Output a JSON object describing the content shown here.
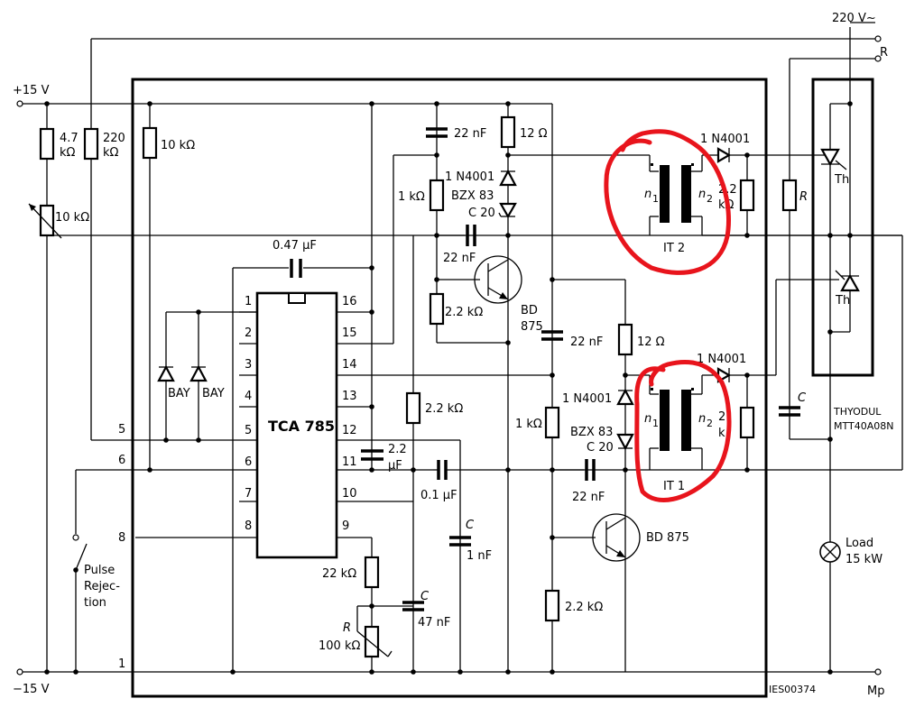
{
  "supply": {
    "pos": "+15 V",
    "neg": "−15 V",
    "mains": "220 V~",
    "r": "R",
    "mp": "Mp"
  },
  "ic": {
    "name": "TCA 785",
    "pins_left": [
      "1",
      "2",
      "3",
      "4",
      "5",
      "6",
      "7",
      "8"
    ],
    "pins_right": [
      "16",
      "15",
      "14",
      "13",
      "12",
      "11",
      "10",
      "9"
    ]
  },
  "ext_pins": [
    "5",
    "6",
    "8",
    "1"
  ],
  "components": {
    "r47k": [
      "4.7",
      "kΩ"
    ],
    "r220k": [
      "220",
      "kΩ"
    ],
    "r10k_top": "10 kΩ",
    "pot10k": "10 kΩ",
    "c047": "0.47 μF",
    "bay1": "BAY",
    "bay2": "BAY",
    "c22nf_a": "22 nF",
    "r12_a": "12 Ω",
    "d1n4001_a": "1 N4001",
    "r1k_a": "1 kΩ",
    "bzx_a": "BZX 83",
    "c20_a": "C 20",
    "c22nf_b": "22 nF",
    "r22k_a": "2.2 kΩ",
    "q1": [
      "BD",
      "875"
    ],
    "c22nf_c": "22 nF",
    "r12_b": "12 Ω",
    "d1n4001_b": "1 N4001",
    "d1n4001_c": "1 N4001",
    "r1k_b": "1 kΩ",
    "bzx_b": "BZX 83",
    "c20_b": "C 20",
    "c22nf_d": "22 nF",
    "q2": "BD 875",
    "r22k_b": "2.2 kΩ",
    "r22k_c": "2.2 kΩ",
    "c22uf": [
      "2.2",
      "μF"
    ],
    "c01uf": "0.1 μF",
    "c1nf": [
      "C",
      "1 nF"
    ],
    "r22kohm": "22 kΩ",
    "c47nf": [
      "C",
      "47 nF"
    ],
    "pot100k": [
      "R",
      "100 kΩ"
    ],
    "it2": "IT 2",
    "it1": "IT 1",
    "n1": "n",
    "n2": "n",
    "sub1": "1",
    "sub2": "2",
    "r_it2": [
      "2.2",
      "kΩ"
    ],
    "r_it1": [
      "2.",
      "k"
    ],
    "r_snub": "R",
    "c_snub": "C",
    "th": "Th",
    "thyodul": [
      "THYODUL",
      "MTT40A08N"
    ],
    "load": [
      "Load",
      "15 kW"
    ],
    "pulse": [
      "Pulse",
      "Rejec-",
      "tion"
    ],
    "ies": "IES00374"
  }
}
